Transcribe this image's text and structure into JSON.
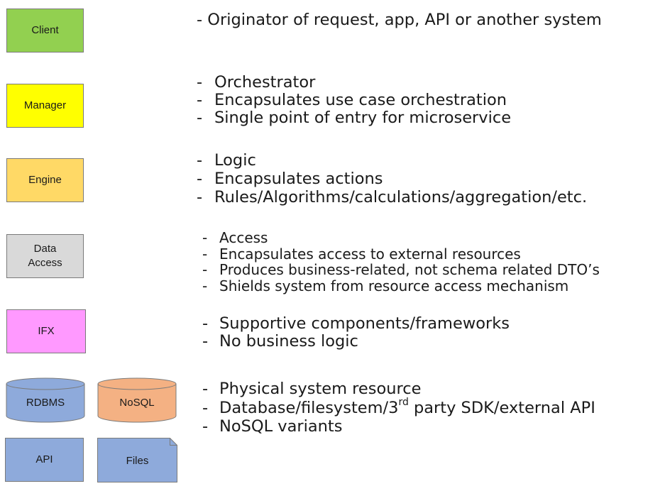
{
  "colors": {
    "client": "#92d050",
    "manager": "#ffff00",
    "engine": "#ffd966",
    "data_access": "#d9d9d9",
    "ifx": "#ff99ff",
    "rdbms": "#8eaadb",
    "nosql": "#f4b183",
    "api": "#8eaadb",
    "files": "#8eaadb",
    "stroke": "#7a7a7a"
  },
  "dash": "-",
  "layers": {
    "client": {
      "label": "Client",
      "lines": [
        "Originator of request, app, API or another system"
      ]
    },
    "manager": {
      "label": "Manager",
      "lines": [
        "Orchestrator",
        "Encapsulates use case orchestration",
        "Single point of entry for microservice"
      ]
    },
    "engine": {
      "label": "Engine",
      "lines": [
        "Logic",
        "Encapsulates actions",
        "Rules/Algorithms/calculations/aggregation/etc."
      ]
    },
    "data_access": {
      "label_line1": "Data",
      "label_line2": "Access",
      "lines": [
        "Access",
        "Encapsulates access to external resources",
        "Produces business-related, not schema related DTO’s",
        "Shields system from resource access mechanism"
      ]
    },
    "ifx": {
      "label": "IFX",
      "lines": [
        "Supportive components/frameworks",
        "No business logic"
      ]
    },
    "resources": {
      "rdbms_label": "RDBMS",
      "nosql_label": "NoSQL",
      "api_label": "API",
      "files_label": "Files",
      "line1": "Physical system resource",
      "line2_before": "Database/filesystem/3",
      "line2_sup": "rd",
      "line2_after": " party SDK/external API",
      "line3": "NoSQL variants"
    }
  }
}
